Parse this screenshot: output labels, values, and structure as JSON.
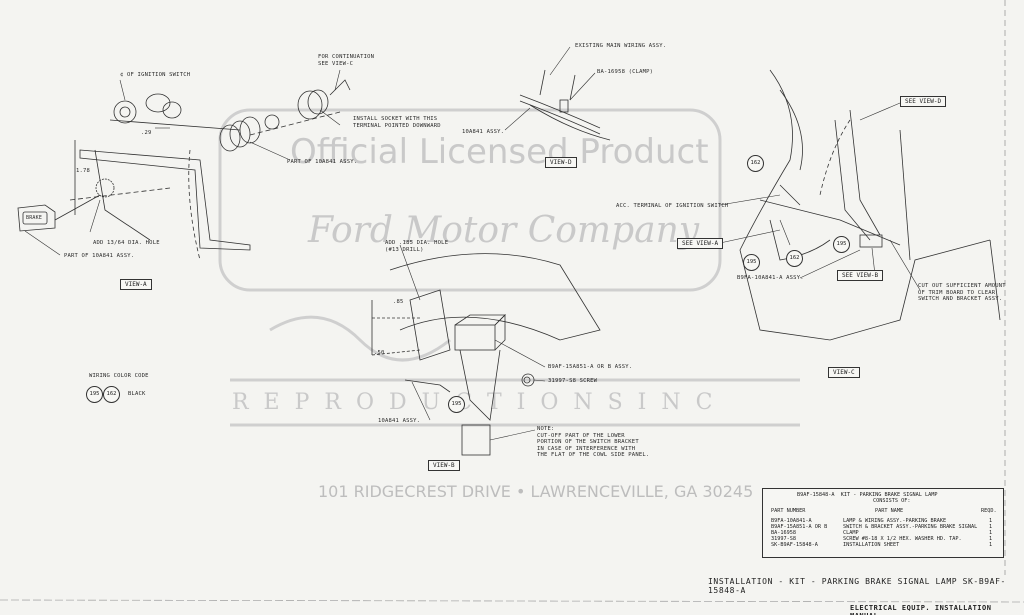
{
  "watermark": {
    "licensed": "Official Licensed Product",
    "ford": "Ford Motor Company",
    "reproductions": "R E P R O D U C T I O N S  I N C",
    "address": "101 RIDGECREST DRIVE • LAWRENCEVILLE, GA 30245"
  },
  "labels": {
    "ignition_switch": "¢ OF IGNITION SWITCH",
    "dim_29": ".29",
    "dim_1_78": "1.78",
    "brake_lamp": "BRAKE",
    "add_hole_a": "ADD 13/64 DIA. HOLE",
    "part_of_assy_a": "PART OF 10A841 ASSY.",
    "for_continuation": "FOR CONTINUATION\nSEE VIEW-C",
    "install_socket": "INSTALL SOCKET WITH THIS\nTERMINAL POINTED DOWNWARD",
    "part_of_assy_spring": "PART OF 10A841 ASSY.",
    "existing_wiring": "EXISTING MAIN WIRING ASSY.",
    "clamp": "BA-16958 (CLAMP)",
    "assy_d": "10A841 ASSY.",
    "add_hole_b": "ADD .185 DIA. HOLE\n(#13 DRILL)",
    "dim_85": ".85",
    "dim_50": ".50",
    "switch_assy": "B9AF-15A851-A OR B ASSY.",
    "screw": "31997-S8 SCREW",
    "assy_b": "10A841 ASSY.",
    "note": "NOTE:\nCUT-OFF PART OF THE LOWER\nPORTION OF THE SWITCH BRACKET\nIN CASE OF INTERFERENCE WITH\nTHE FLAT OF THE COWL SIDE PANEL.",
    "see_view_d": "SEE VIEW-D",
    "acc_terminal": "ACC. TERMINAL OF IGNITION SWITCH",
    "see_view_a": "SEE VIEW-A",
    "see_view_b": "SEE VIEW-B",
    "assy_c": "B9FA-10A841-A ASSY.",
    "cut_out": "CUT OUT SUFFICIENT AMOUNT\nOF TRIM BOARD TO CLEAR\nSWITCH AND BRACKET ASSY.",
    "wiring_color_code": "WIRING COLOR CODE",
    "black": "BLACK",
    "wire_195": "195",
    "wire_162": "162"
  },
  "views": {
    "a": "VIEW-A",
    "b": "VIEW-B",
    "c": "VIEW-C",
    "d": "VIEW-D"
  },
  "parts_table": {
    "title": "B9AF-15848-A  KIT - PARKING BRAKE SIGNAL LAMP",
    "subtitle": "CONSISTS OF:",
    "col_part_number": "PART NUMBER",
    "col_part_name": "PART NAME",
    "col_reqd": "REQD.",
    "rows": [
      {
        "number": "B9FA-10A841-A",
        "name": "LAMP & WIRING ASSY.-PARKING BRAKE",
        "qty": "1"
      },
      {
        "number": "B9AF-15A851-A OR B",
        "name": "SWITCH & BRACKET ASSY.-PARKING BRAKE SIGNAL",
        "qty": "1"
      },
      {
        "number": "BA-16958",
        "name": "CLAMP",
        "qty": "1"
      },
      {
        "number": "31997-S8",
        "name": "SCREW #8-18 X 1/2 HEX. WASHER HD. TAP.",
        "qty": "1"
      },
      {
        "number": "SK-B9AF-15848-A",
        "name": "INSTALLATION SHEET",
        "qty": "1"
      }
    ]
  },
  "footer": {
    "title": "INSTALLATION - KIT - PARKING BRAKE SIGNAL LAMP  SK-B9AF-15848-A",
    "manual": "ELECTRICAL EQUIP. INSTALLATION MANUAL"
  }
}
